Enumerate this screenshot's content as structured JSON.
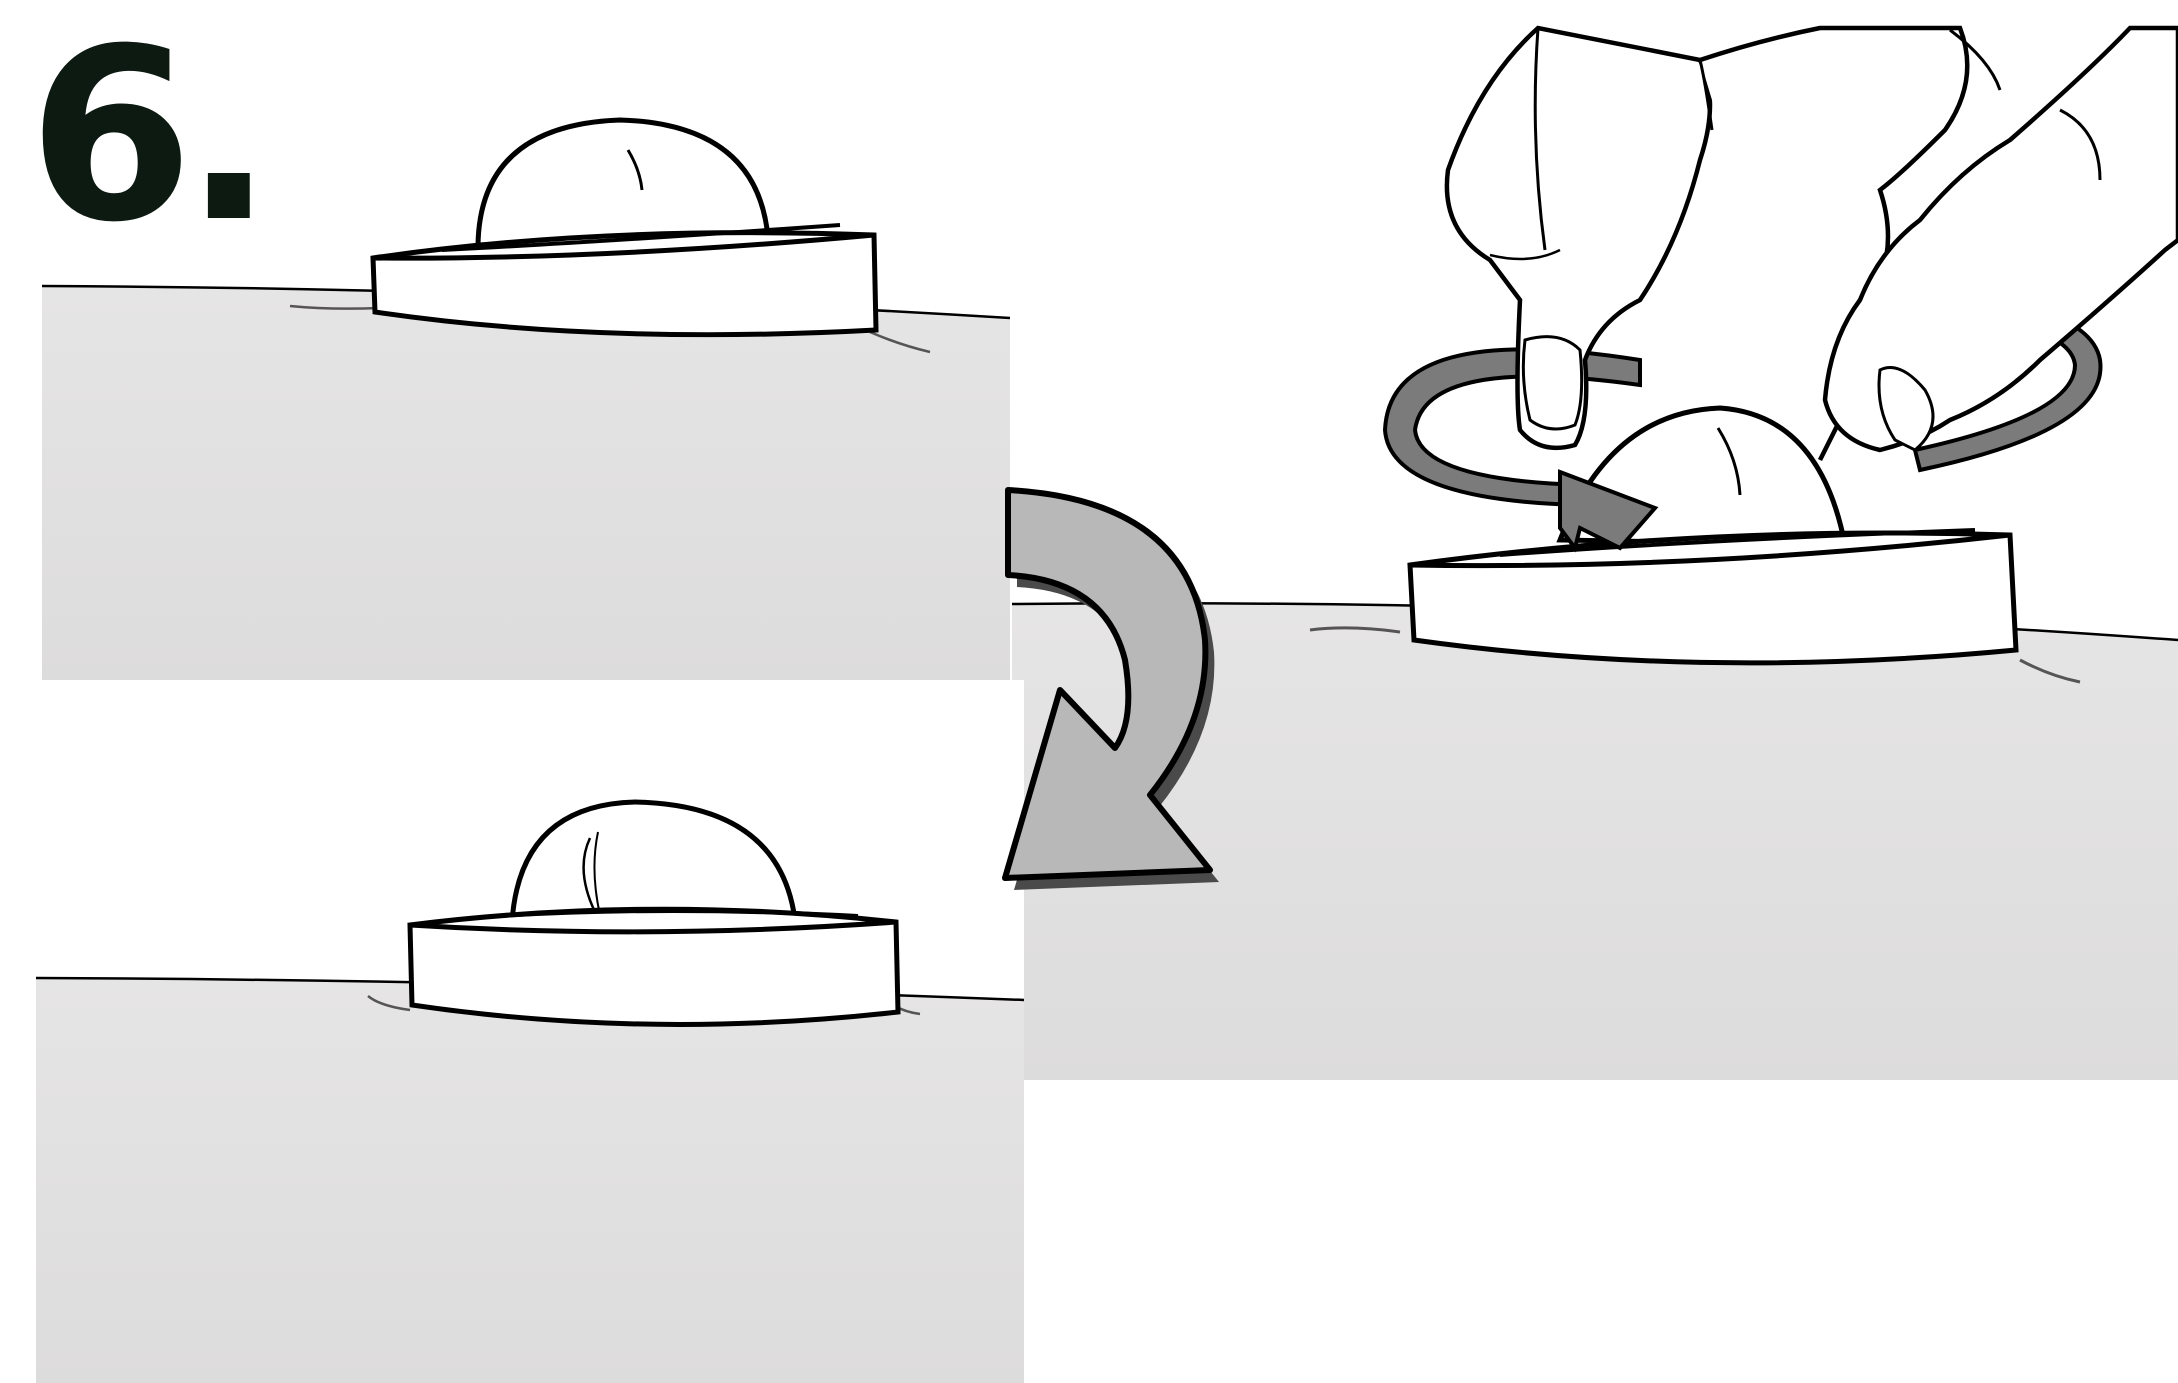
{
  "step": {
    "number": "6."
  },
  "colors": {
    "ink": "#000000",
    "step_number": "#0d1a12",
    "surface": "#e2e1e1",
    "arrow_fill": "#b9b8b9",
    "arrow_shadow": "#4a4a4a",
    "rotate_arrow": "#7b7b7b",
    "background": "#ffffff"
  },
  "panels": [
    {
      "id": "before",
      "description_icon": "dome-on-round-base",
      "state": "raised"
    },
    {
      "id": "after",
      "description_icon": "dome-on-round-base",
      "state": "lowered"
    },
    {
      "id": "action",
      "description_icon": "hand-twisting-dome",
      "state": "twist"
    }
  ],
  "icons": {
    "transition_arrow": "curved-down-arrow-icon",
    "rotate_arrow": "circular-rotate-arrow-icon",
    "hand": "hand-icon"
  }
}
